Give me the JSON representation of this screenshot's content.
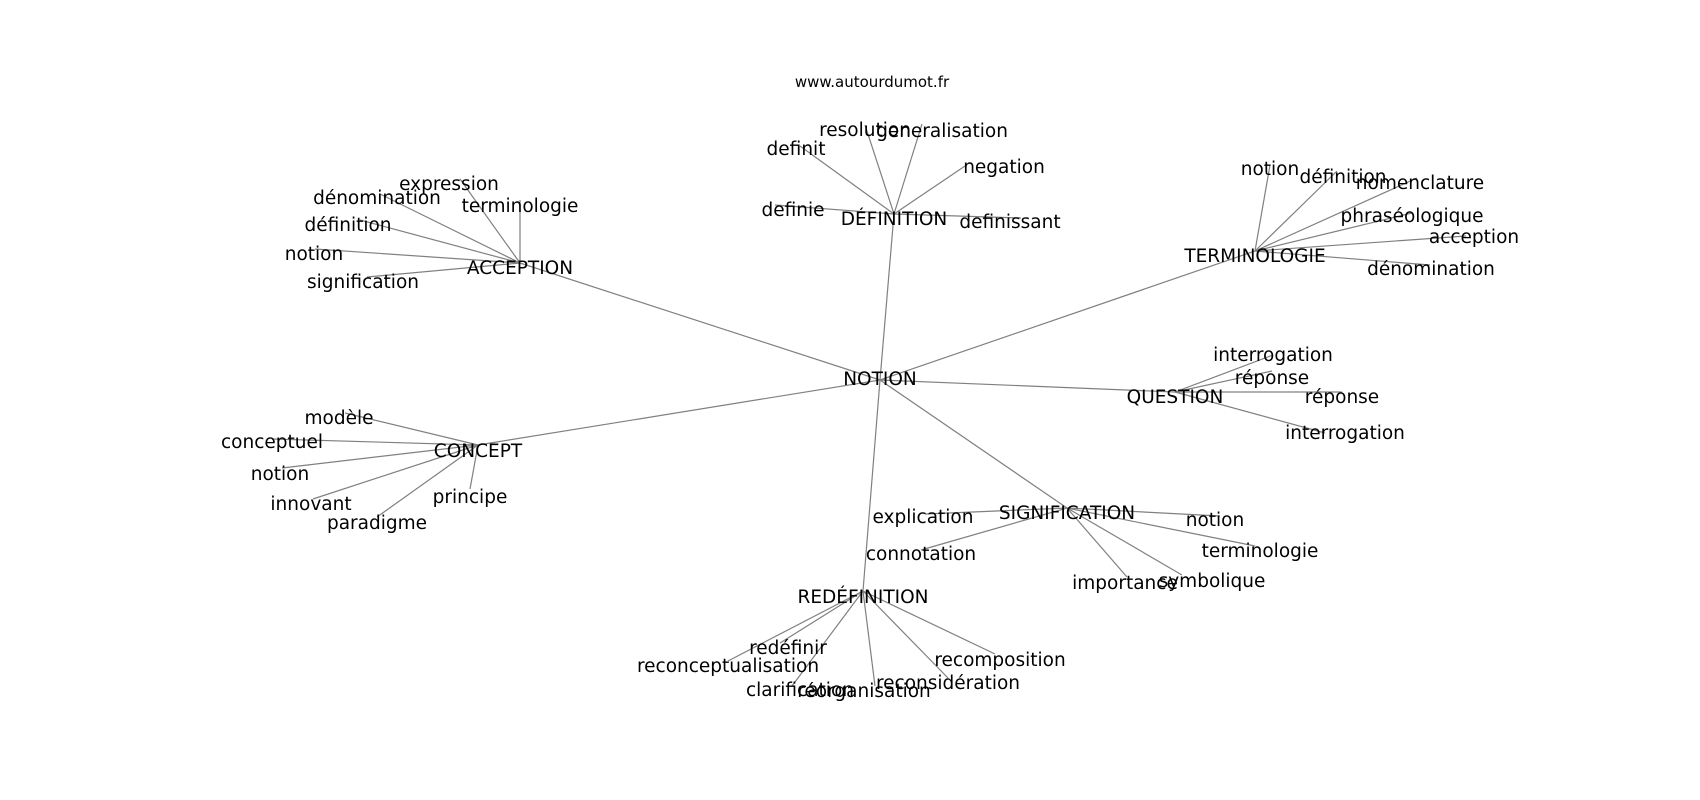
{
  "source": "www.autourdumot.fr",
  "root": "NOTION",
  "groups": [
    {
      "hub": "DÉFINITION",
      "leaves": [
        "resolution",
        "generalisation",
        "definit",
        "negation",
        "definie",
        "definissant"
      ]
    },
    {
      "hub": "ACCEPTION",
      "leaves": [
        "expression",
        "dénomination",
        "terminologie",
        "définition",
        "notion",
        "signification"
      ]
    },
    {
      "hub": "TERMINOLOGIE",
      "leaves": [
        "notion",
        "définition",
        "nomenclature",
        "phraséologique",
        "acception",
        "dénomination"
      ]
    },
    {
      "hub": "QUESTION",
      "leaves": [
        "interrogation",
        "réponse",
        "réponse",
        "interrogation"
      ]
    },
    {
      "hub": "CONCEPT",
      "leaves": [
        "modèle",
        "conceptuel",
        "notion",
        "innovant",
        "principe",
        "paradigme"
      ]
    },
    {
      "hub": "SIGNIFICATION",
      "leaves": [
        "explication",
        "notion",
        "connotation",
        "terminologie",
        "importance",
        "symbolique"
      ]
    },
    {
      "hub": "REDÉFINITION",
      "leaves": [
        "redéfinir",
        "reconceptualisation",
        "recomposition",
        "reconsidération",
        "clarification",
        "réorganisation"
      ]
    }
  ]
}
